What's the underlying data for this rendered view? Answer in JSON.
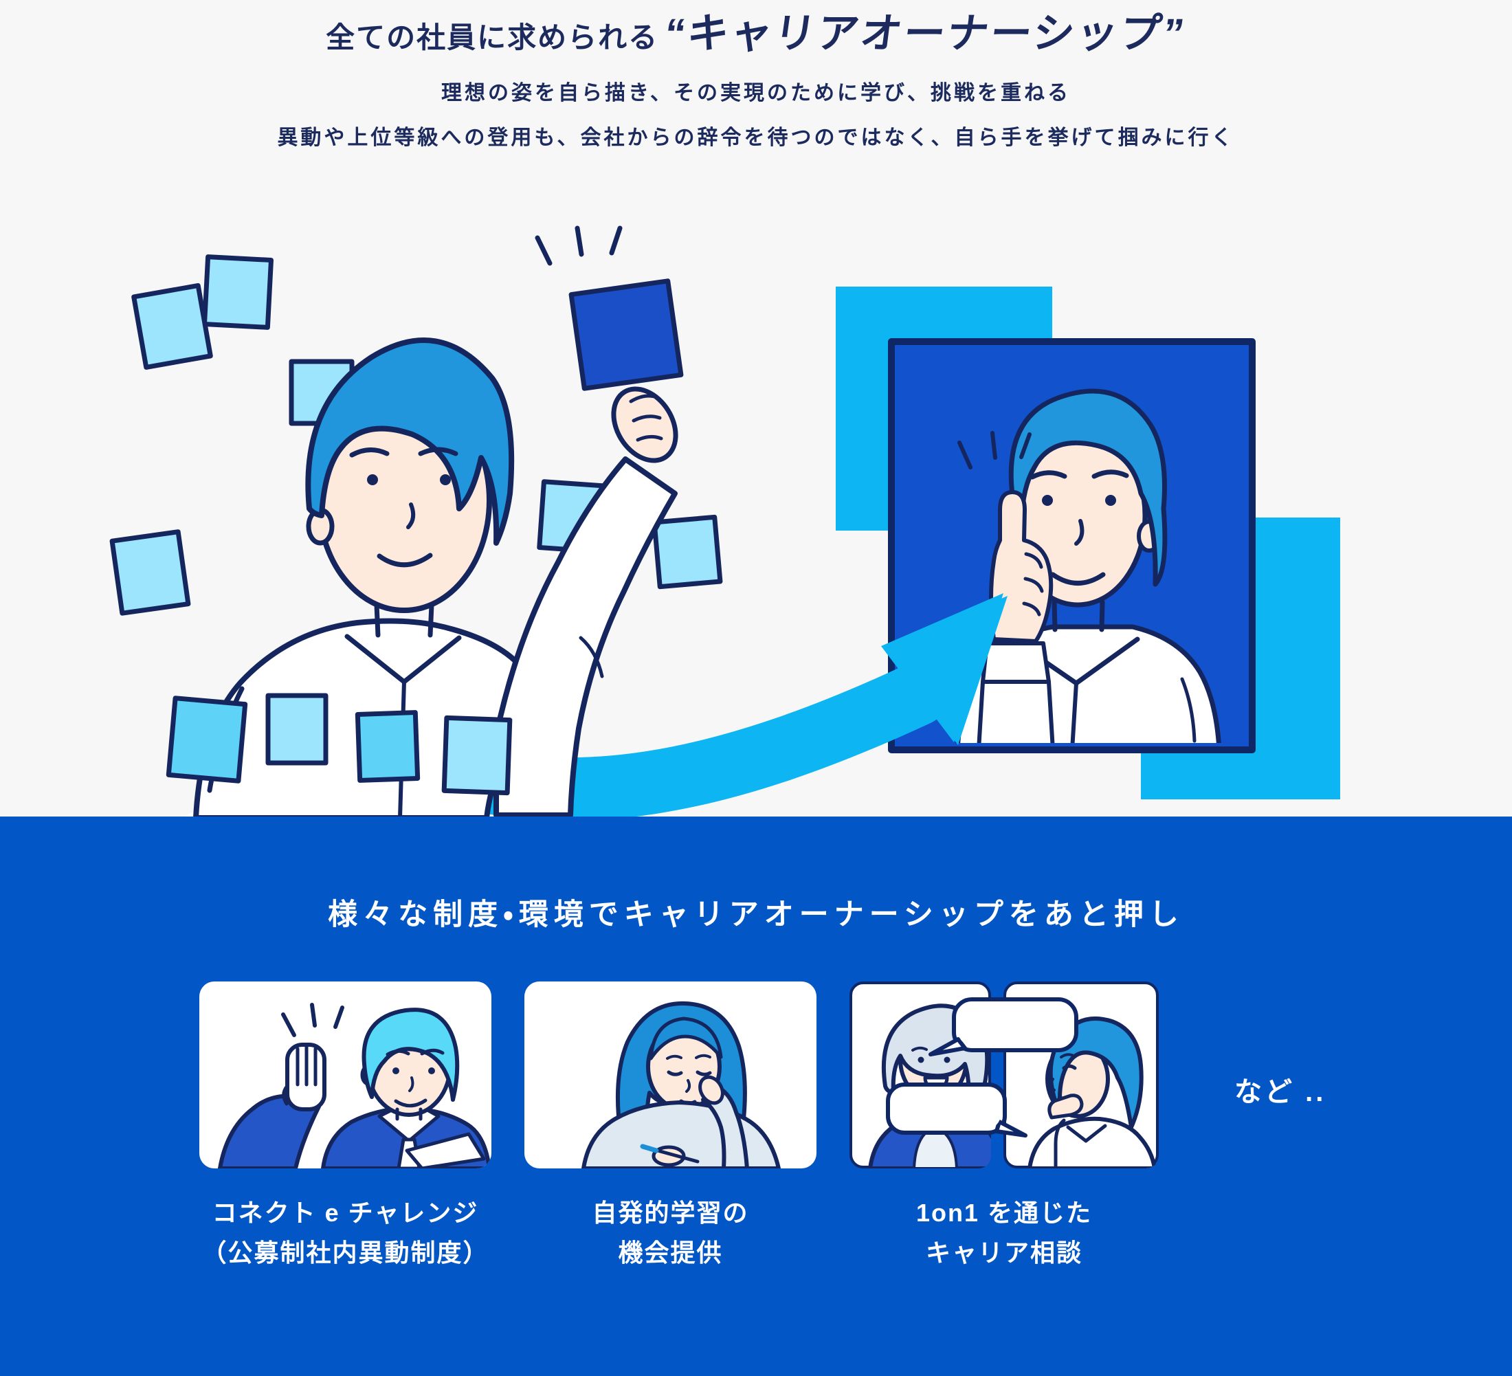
{
  "colors": {
    "page_background": "#f6f7f6",
    "section_blue": "#0256c5",
    "accent_cyan": "#0db5f2",
    "navy_text": "#1c2a5e",
    "navy_outline": "#15265e",
    "royal_frame_fill": "#1252cc",
    "sticky_light": "#9de5fc",
    "sticky_medium": "#5fd2f8",
    "sticky_dark": "#1b4fc8",
    "skin": "#fdeadc",
    "hair_blue": "#2196dc"
  },
  "hero": {
    "title_prefix": "全ての社員に求められる",
    "title_quoted": "“キャリアオーナーシップ”",
    "description_lines": [
      "理想の姿を自ら描き、その実現のために学び、挑戦を重ねる",
      "異動や上位等級への登用も、会社からの辞令を待つのではなく、自ら手を挙げて掴みに行く"
    ],
    "illustration": "employee-posting-sticky-notes-arrow-to-promoted-self"
  },
  "support_section": {
    "title": "様々な制度・環境でキャリアオーナーシップをあと押し",
    "items": [
      {
        "illustration": "man-raising-hand",
        "caption_lines": [
          "コネクト e チャレンジ",
          "（公募制社内異動制度）"
        ]
      },
      {
        "illustration": "woman-self-study",
        "caption_lines": [
          "自発的学習の",
          "機会提供"
        ]
      },
      {
        "illustration": "one-on-one-career-talk",
        "caption_lines": [
          "1on1 を通じた",
          "キャリア相談"
        ]
      }
    ],
    "etc_label": "など .."
  }
}
